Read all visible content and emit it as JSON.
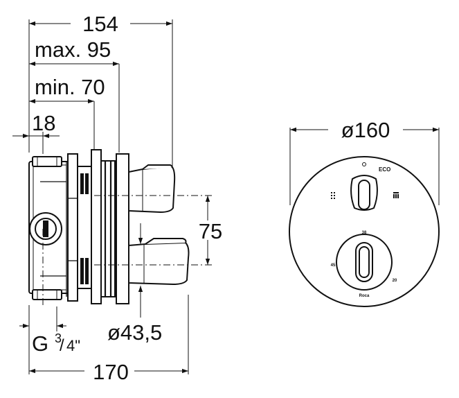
{
  "dimensions": {
    "overall_depth": "154",
    "max_depth": "max. 95",
    "min_depth": "min. 70",
    "inlet_offset": "18",
    "handle_spacing": "75",
    "handle_diameter": "ø43,5",
    "overall_height": "170",
    "thread": "G",
    "thread_fraction_top": "3",
    "thread_fraction_bottom": "4\"",
    "plate_diameter": "ø160"
  },
  "front_view": {
    "eco_label": "ECO",
    "temp_top": "38",
    "temp_left": "45",
    "temp_right": "20",
    "brand": "Roca"
  }
}
